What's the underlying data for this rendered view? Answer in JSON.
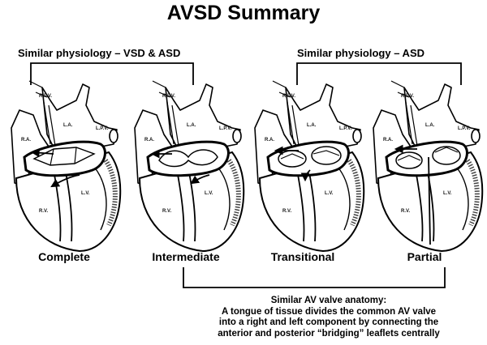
{
  "title": "AVSD Summary",
  "groups": {
    "left": "Similar physiology – VSD & ASD",
    "right": "Similar physiology – ASD"
  },
  "types": [
    "Complete",
    "Intermediate",
    "Transitional",
    "Partial"
  ],
  "chamber_labels": {
    "rpv": "R.P.V.",
    "lpv": "L.P.V.",
    "la": "L.A.",
    "ra": "R.A.",
    "rv": "R.V.",
    "lv": "L.V."
  },
  "anatomy": {
    "heading": "Similar AV valve anatomy:",
    "lines": [
      "A tongue of tissue divides the common AV valve",
      "into a right and left component by connecting the",
      "anterior and posterior “bridging” leaflets centrally"
    ]
  }
}
